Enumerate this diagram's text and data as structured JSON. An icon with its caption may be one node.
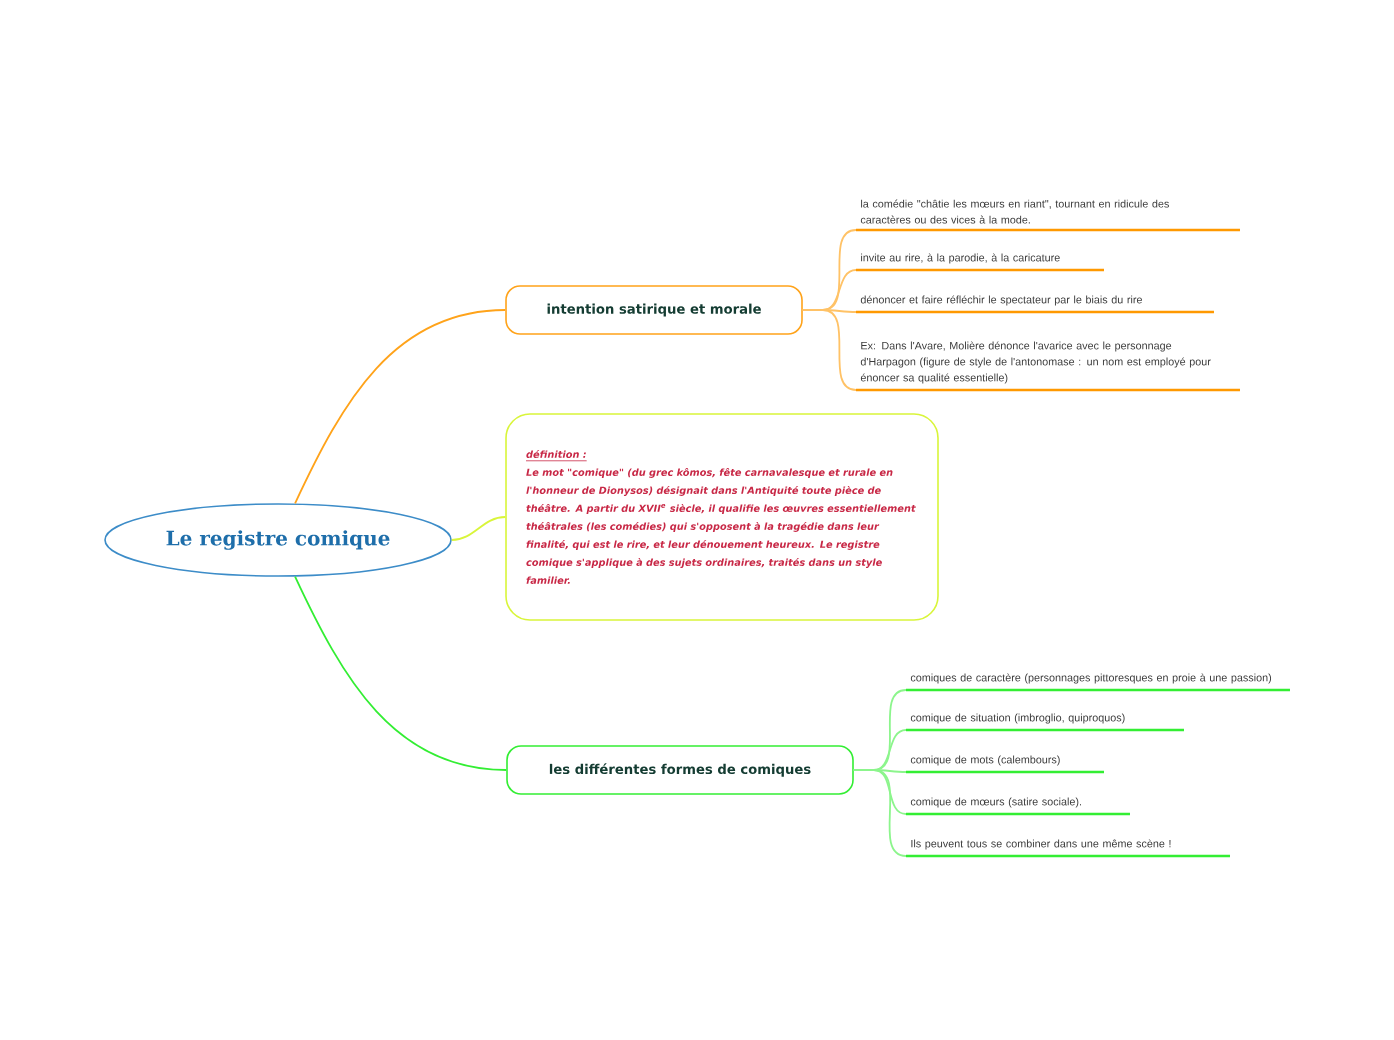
{
  "diagram": {
    "nodes": [
      {
        "text": [
          "Le registre comique"
        ]
      },
      {
        "text": [
          "intention satirique et morale"
        ]
      },
      {
        "text": [
          "définition :",
          "Le mot \"comique\" (du grec kômos, fête carnavalesque et rurale en l'honneur de Dionysos) désignait dans l'Antiquité toute pièce de théâtre. A partir du XVII$^{e}$ siècle, il qualifie les œuvres essentiellement théâtrales (les comédies) qui s'opposent à la tragédie dans leur finalité, qui est le rire, et leur dénouement heureux. Le registre comique s'applique à des sujets ordinaires, traités dans un style familier."
        ]
      },
      {
        "text": [
          "les différentes formes de comiques"
        ]
      },
      {
        "text": [
          "la comédie \"châtie les mœurs en riant\", tournant en ridicule des caractères ou des vices à la mode."
        ]
      },
      {
        "text": [
          "invite au rire, à la parodie, à la caricature"
        ]
      },
      {
        "text": [
          "dénoncer et faire réfléchir le spectateur par le biais du rire"
        ]
      },
      {
        "text": [
          "Ex: Dans l'Avare, Molière dénonce l'avarice avec le personnage d'Harpagon (figure de style de l'antonomase : un nom est employé pour énoncer sa qualité essentielle)"
        ]
      },
      {
        "text": [
          "comiques de caractère (personnages pittoresques en proie à une passion)"
        ]
      },
      {
        "text": [
          "comique de situation (imbroglio, quiproquos)"
        ]
      },
      {
        "text": [
          "comique de mots (calembours)"
        ]
      },
      {
        "text": [
          "comique de mœurs (satire sociale)."
        ]
      },
      {
        "text": [
          "Ils peuvent tous se combiner dans une même scène !"
        ]
      }
    ],
    "edges": [
      {
        "from": 0,
        "to": 1,
        "arrow": "none",
        "color": "#ffa31a"
      },
      {
        "from": 0,
        "to": 2,
        "arrow": "none",
        "color": "#d9f53a"
      },
      {
        "from": 0,
        "to": 3,
        "arrow": "none",
        "color": "#33ee33"
      },
      {
        "from": 1,
        "to": 4,
        "arrow": "none",
        "color": "#ffc266"
      },
      {
        "from": 1,
        "to": 5,
        "arrow": "none",
        "color": "#ffc266"
      },
      {
        "from": 1,
        "to": 6,
        "arrow": "none",
        "color": "#ffc266"
      },
      {
        "from": 1,
        "to": 7,
        "arrow": "none",
        "color": "#ffc266"
      },
      {
        "from": 3,
        "to": 8,
        "arrow": "none",
        "color": "#8cf58c"
      },
      {
        "from": 3,
        "to": 9,
        "arrow": "none",
        "color": "#8cf58c"
      },
      {
        "from": 3,
        "to": 10,
        "arrow": "none",
        "color": "#8cf58c"
      },
      {
        "from": 3,
        "to": 11,
        "arrow": "none",
        "color": "#8cf58c"
      },
      {
        "from": 3,
        "to": 12,
        "arrow": "none",
        "color": "#8cf58c"
      }
    ]
  }
}
